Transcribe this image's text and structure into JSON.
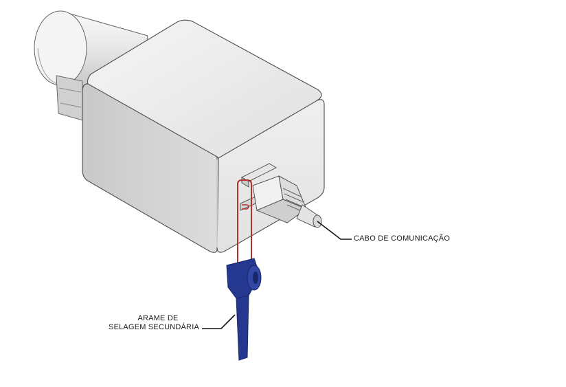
{
  "labels": {
    "communication_cable": "CABO DE COMUNICAÇÃO",
    "seal_wire_line1": "ARAME DE",
    "seal_wire_line2": "SELAGEM SECUNDÁRIA"
  },
  "colors": {
    "body_light": "#f2f2f2",
    "body_mid": "#d9d9d9",
    "body_dark": "#bdbdbd",
    "outline": "#555555",
    "seal_wire": "#b3322e",
    "seal_tag": "#25388f",
    "seal_tag_dark": "#18266a"
  }
}
